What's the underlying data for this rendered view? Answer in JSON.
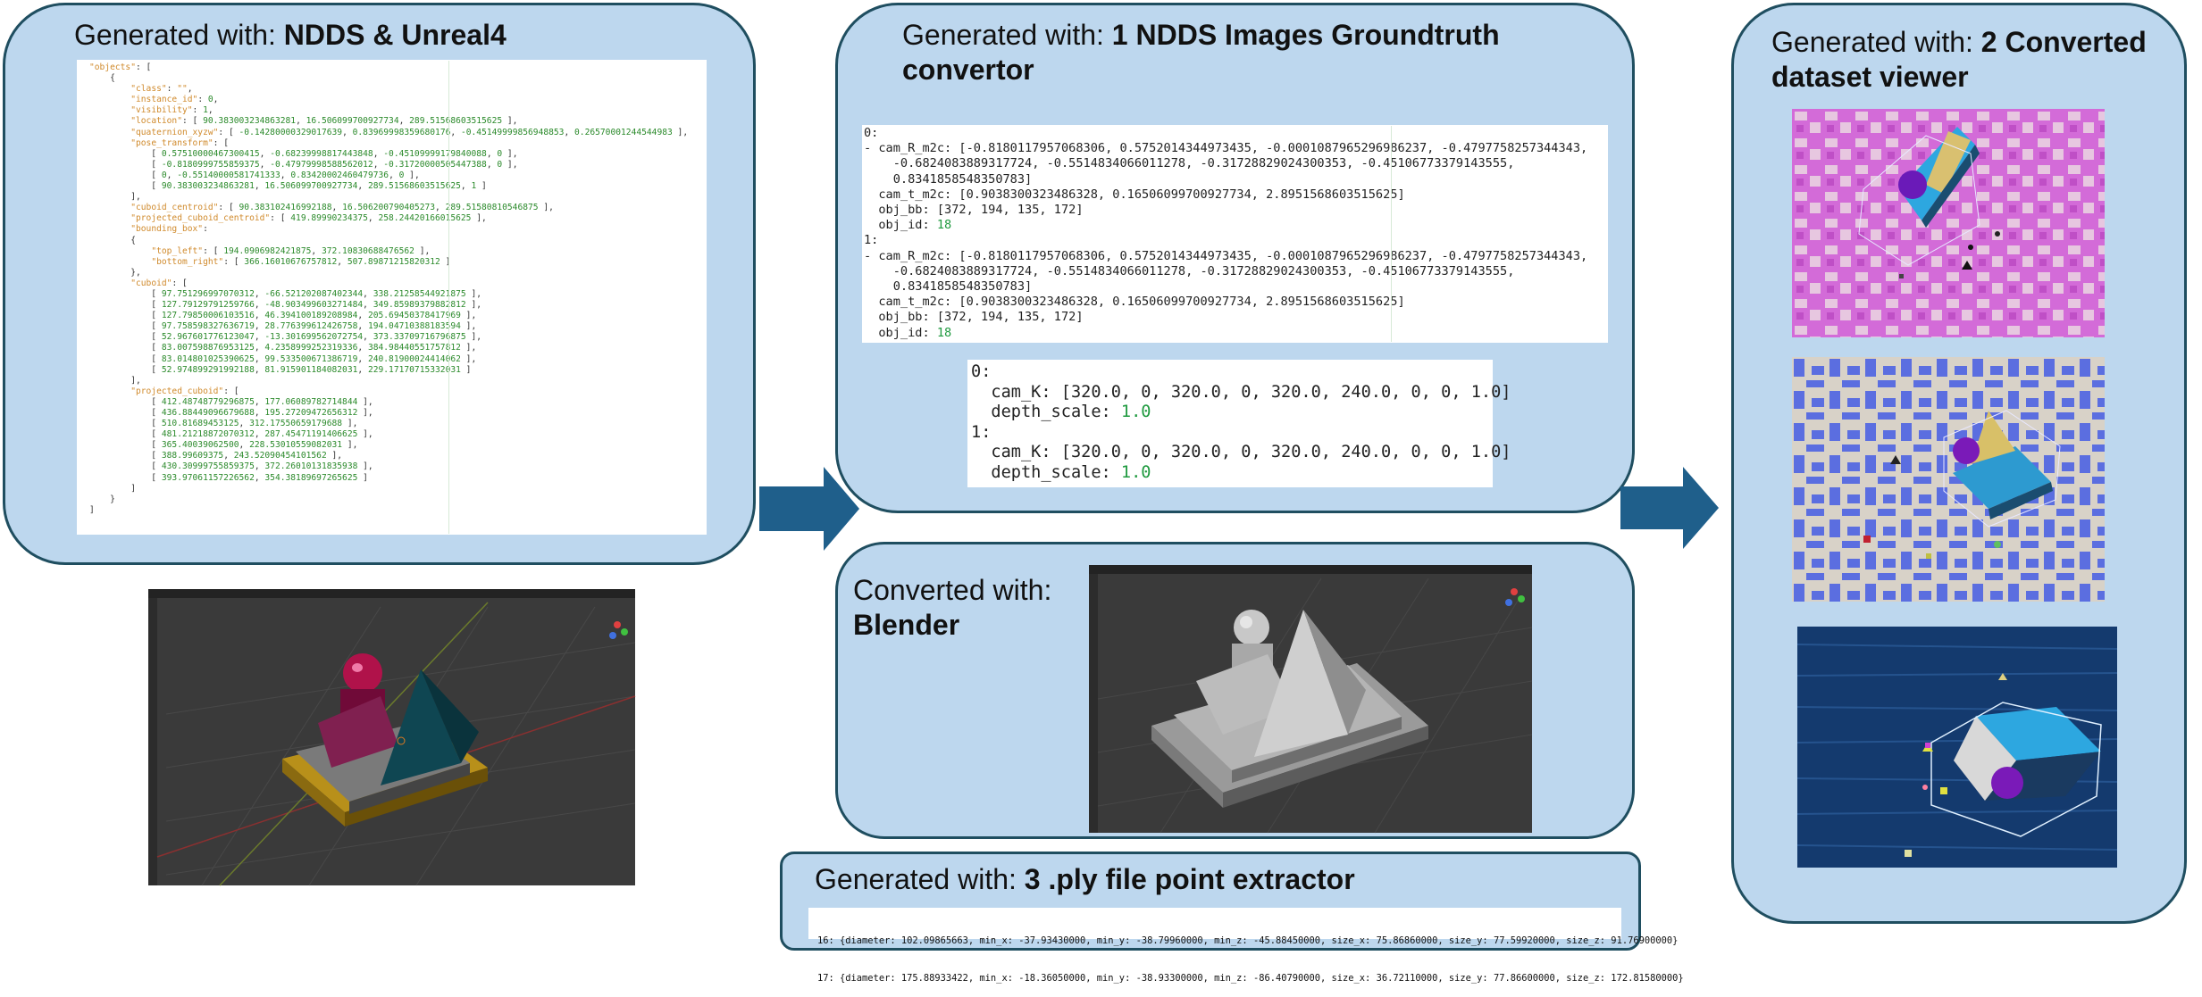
{
  "panel1": {
    "title_prefix": "Generated with: ",
    "title_bold": "NDDS & Unreal4",
    "json_lines": [
      "\"objects\": [",
      "    {",
      "        \"class\": \"\",",
      "        \"instance_id\": 0,",
      "        \"visibility\": 1,",
      "        \"location\": [ 90.383003234863281, 16.506099700927734, 289.51568603515625 ],",
      "        \"quaternion_xyzw\": [ -0.14280000329017639, 0.83969998359680176, -0.45149999856948853, 0.26570001244544983 ],",
      "        \"pose_transform\": [",
      "            [ 0.57510000467300415, -0.68239998817443848, -0.45109999179840088, 0 ],",
      "            [ -0.8180999755859375, -0.47979998588562012, -0.31720000505447388, 0 ],",
      "            [ 0, -0.55140000581741333, 0.83420002460479736, 0 ],",
      "            [ 90.383003234863281, 16.506099700927734, 289.51568603515625, 1 ]",
      "        ],",
      "        \"cuboid_centroid\": [ 90.383102416992188, 16.506200790405273, 289.51580810546875 ],",
      "        \"projected_cuboid_centroid\": [ 419.89990234375, 258.24420166015625 ],",
      "        \"bounding_box\":",
      "        {",
      "            \"top_left\": [ 194.0906982421875, 372.10830688476562 ],",
      "            \"bottom_right\": [ 366.16010676757812, 507.89871215820312 ]",
      "        },",
      "        \"cuboid\": [",
      "            [ 97.751296997070312, -66.521202087402344, 338.21258544921875 ],",
      "            [ 127.79129791259766, -48.903499603271484, 349.85989379882812 ],",
      "            [ 127.79850006103516, 46.394100189208984, 205.69450378417969 ],",
      "            [ 97.758598327636719, 28.776399612426758, 194.04710388183594 ],",
      "            [ 52.967601776123047, -13.301699562072754, 373.33709716796875 ],",
      "            [ 83.007598876953125, 4.2358999252319336, 384.98440551757812 ],",
      "            [ 83.014801025390625, 99.533500671386719, 240.81900024414062 ],",
      "            [ 52.974899291992188, 81.915901184082031, 229.17170715332031 ]",
      "        ],",
      "        \"projected_cuboid\": [",
      "            [ 412.48748779296875, 177.06089782714844 ],",
      "            [ 436.88449096679688, 195.27209472656312 ],",
      "            [ 510.81689453125, 312.17550659179688 ],",
      "            [ 481.21218872070312, 287.45471191406625 ],",
      "            [ 365.40039062500, 228.53010559082031 ],",
      "            [ 388.99609375, 243.52090454101562 ],",
      "            [ 430.30999755859375, 372.26010131835938 ],",
      "            [ 393.97061157226562, 354.38189697265625 ]",
      "        ]",
      "    }",
      "]"
    ]
  },
  "panel2": {
    "title_prefix": "Generated with: ",
    "title_bold": "1 NDDS Images Groundtruth convertor",
    "gt_lines": [
      "0:",
      "- cam_R_m2c: [-0.8180117957068306, 0.5752014344973435, -0.0001087965296986237, -0.4797758257344343,",
      "    -0.6824083889317724, -0.5514834066011278, -0.31728829024300353, -0.45106773379143555,",
      "    0.8341858548350783]",
      "  cam_t_m2c: [0.9038300323486328, 0.16506099700927734, 2.8951568603515625]",
      "  obj_bb: [372, 194, 135, 172]",
      "  obj_id: 18",
      "1:",
      "- cam_R_m2c: [-0.8180117957068306, 0.5752014344973435, -0.0001087965296986237, -0.4797758257344343,",
      "    -0.6824083889317724, -0.5514834066011278, -0.31728829024300353, -0.45106773379143555,",
      "    0.8341858548350783]",
      "  cam_t_m2c: [0.9038300323486328, 0.16506099700927734, 2.8951568603515625]",
      "  obj_bb: [372, 194, 135, 172]",
      "  obj_id: 18"
    ],
    "cam_lines": [
      "0:",
      "  cam_K: [320.0, 0, 320.0, 0, 320.0, 240.0, 0, 0, 1.0]",
      "  depth_scale: 1.0",
      "1:",
      "  cam_K: [320.0, 0, 320.0, 0, 320.0, 240.0, 0, 0, 1.0]",
      "  depth_scale: 1.0"
    ]
  },
  "panel3": {
    "title_prefix": "Converted with:",
    "title_bold": "Blender"
  },
  "panel4": {
    "title_prefix": "Generated with: ",
    "title_bold": "3 .ply file point extractor",
    "lines": [
      "16: {diameter: 102.09865663, min_x: -37.93430000, min_y: -38.79960000, min_z: -45.88450000, size_x: 75.86860000, size_y: 77.59920000, size_z: 91.76900000}",
      "17: {diameter: 175.88933422, min_x: -18.36050000, min_y: -38.93300000, min_z: -86.40790000, size_x: 36.72110000, size_y: 77.86600000, size_z: 172.81580000}"
    ]
  },
  "panel5": {
    "title_prefix": "Generated with: ",
    "title_bold": "2 Converted dataset viewer"
  },
  "colors": {
    "panel_fill": "#bdd7ee",
    "panel_border": "#1f4e60",
    "arrow": "#1f5f8b",
    "json_key": "#d08a2c",
    "json_number": "#2b8a2b"
  }
}
